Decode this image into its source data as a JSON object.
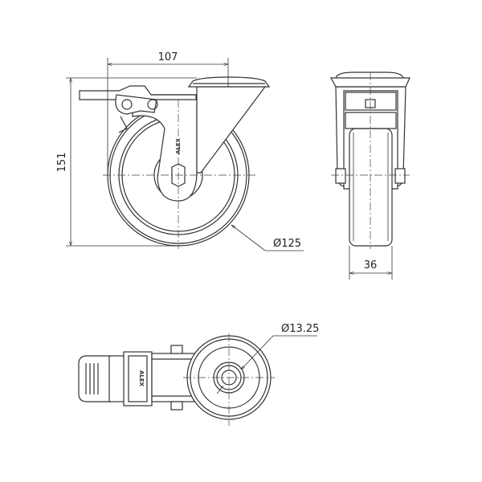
{
  "drawing": {
    "front_view": {
      "width_dimension": "107",
      "height_dimension": "151",
      "wheel_diameter": "Ø125",
      "logo_text": "ALEX"
    },
    "side_view": {
      "wheel_width": "36"
    },
    "bottom_view": {
      "bore_diameter": "Ø13.25",
      "logo_text": "ALEX"
    }
  }
}
